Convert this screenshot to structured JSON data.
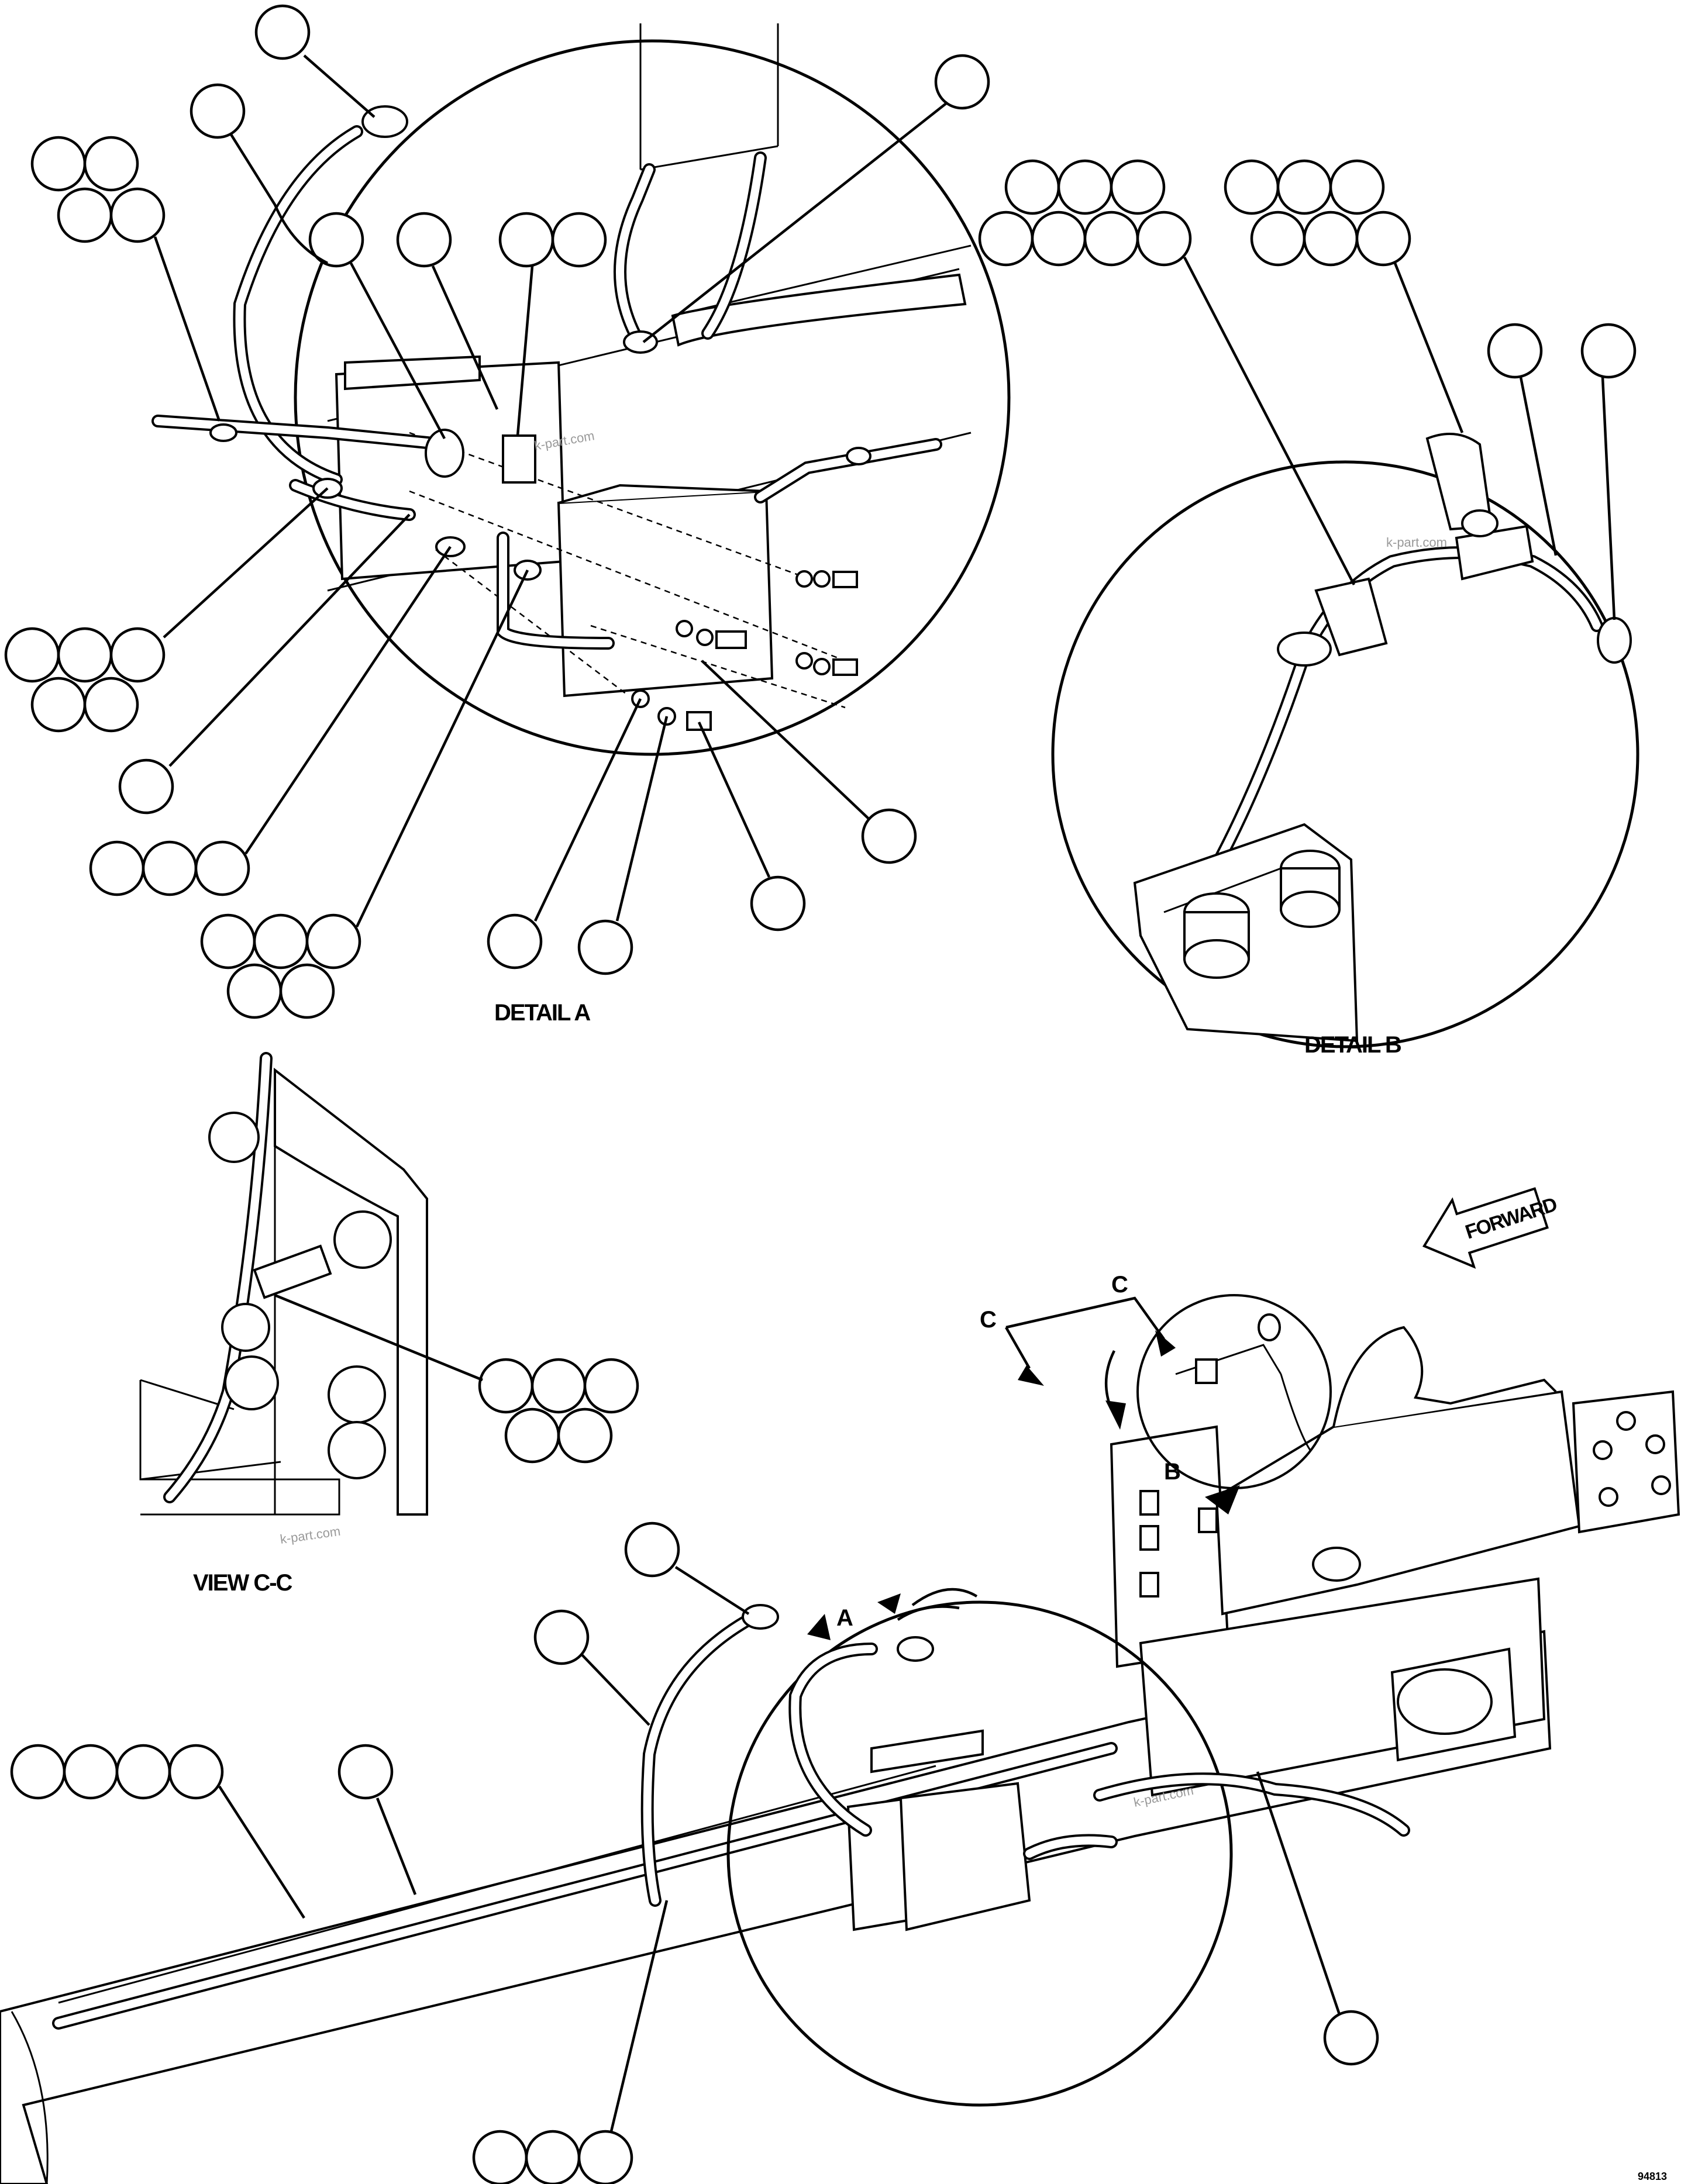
{
  "labels": {
    "detail_a": "DETAIL A",
    "detail_b": "DETAIL B",
    "view_cc": "VIEW C-C",
    "forward": "FORWARD",
    "marker_a": "A",
    "marker_b": "B",
    "marker_c_left": "C",
    "marker_c_right": "C",
    "drawing_number": "94813"
  },
  "watermark": "k-part.com",
  "colors": {
    "ink": "#000000",
    "paper": "#ffffff",
    "watermark": "#9a9a9a"
  }
}
